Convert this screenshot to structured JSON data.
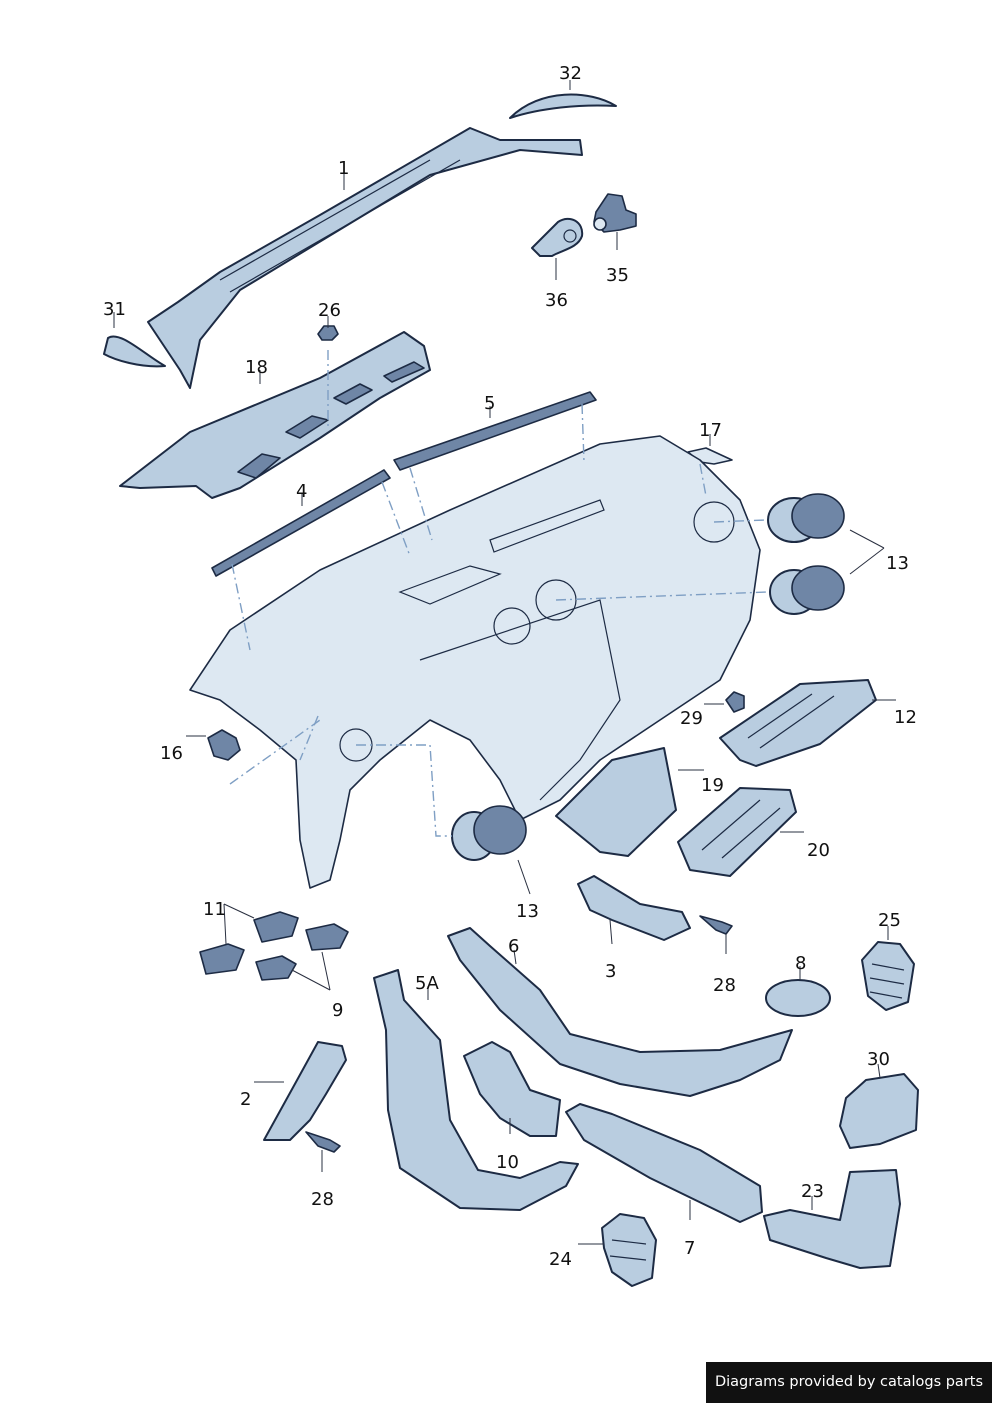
{
  "callouts": {
    "c1": "1",
    "c2": "2",
    "c3": "3",
    "c4": "4",
    "c5": "5",
    "c5a": "5A",
    "c6": "6",
    "c7": "7",
    "c8": "8",
    "c9": "9",
    "c10": "10",
    "c11": "11",
    "c12": "12",
    "c13a": "13",
    "c13b": "13",
    "c16": "16",
    "c17": "17",
    "c18": "18",
    "c19": "19",
    "c20": "20",
    "c23": "23",
    "c24": "24",
    "c25": "25",
    "c26": "26",
    "c28a": "28",
    "c28b": "28",
    "c29": "29",
    "c30": "30",
    "c31": "31",
    "c32": "32",
    "c35": "35",
    "c36": "36"
  },
  "footer": {
    "text": "Diagrams provided by catalogs parts"
  },
  "colors": {
    "part_fill": "#b9cde0",
    "outline": "#1d2b44",
    "leader_dash": "#7f9fc4",
    "footer_bg": "#111111"
  }
}
